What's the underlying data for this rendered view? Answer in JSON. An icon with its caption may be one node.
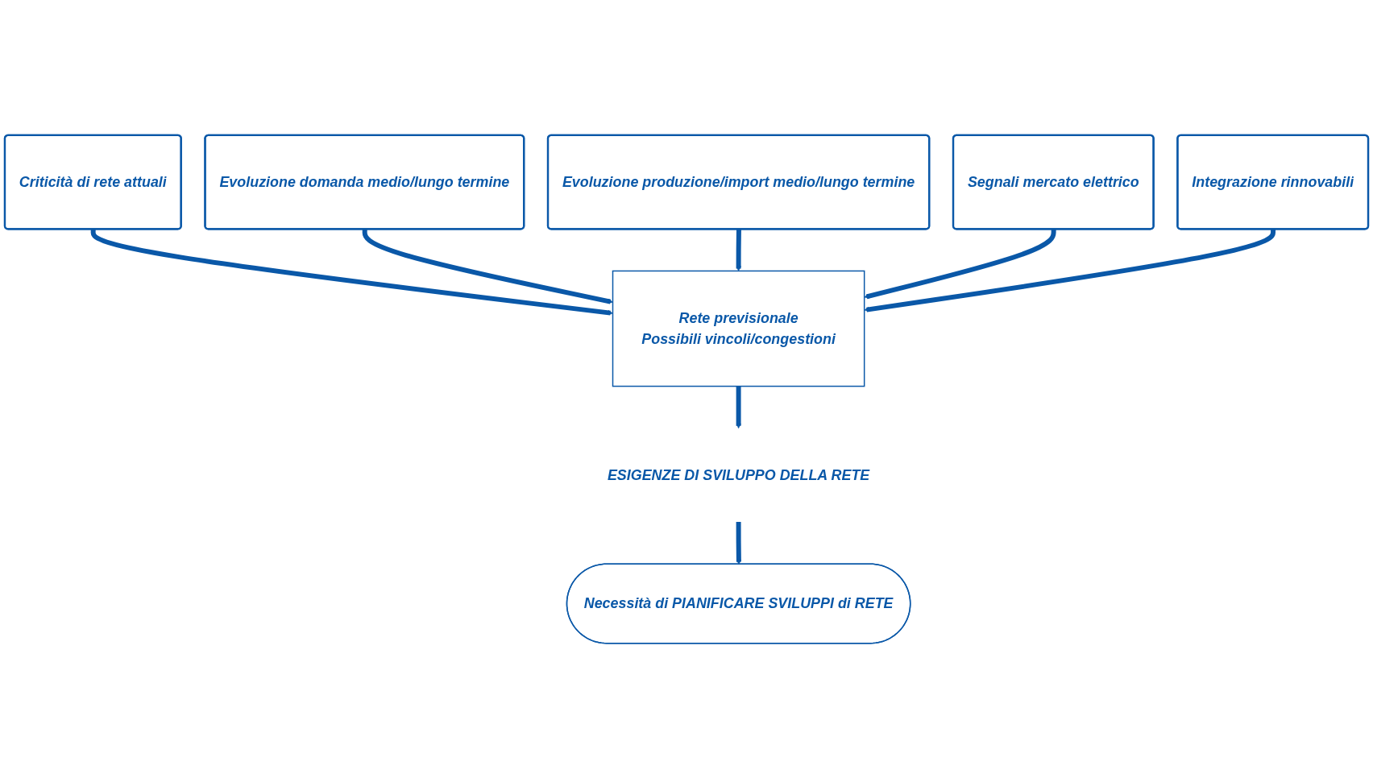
{
  "diagram": {
    "nodes": [
      {
        "text": [
          "Criticità di rete attuali"
        ]
      },
      {
        "text": [
          "Evoluzione domanda medio/lungo termine"
        ]
      },
      {
        "text": [
          "Evoluzione produzione/import medio/lungo termine"
        ]
      },
      {
        "text": [
          "Segnali mercato elettrico"
        ]
      },
      {
        "text": [
          "Rete previsionale",
          "Possibili vincoli/congestioni"
        ]
      },
      {
        "text": [
          "Integrazione rinnovabili"
        ]
      },
      {
        "text": [
          "ESIGENZE DI SVILUPPO DELLA RETE"
        ]
      },
      {
        "text": [
          "Necessità di PIANIFICARE SVILUPPI di RETE"
        ]
      }
    ],
    "edges": [
      {
        "from": 0,
        "to": 4,
        "arrow": "to"
      },
      {
        "from": 1,
        "to": 4,
        "arrow": "to"
      },
      {
        "from": 2,
        "to": 4,
        "arrow": "to"
      },
      {
        "from": 3,
        "to": 4,
        "arrow": "to"
      },
      {
        "from": 5,
        "to": 4,
        "arrow": "to"
      },
      {
        "from": 4,
        "to": 6,
        "arrow": "to"
      },
      {
        "from": 6,
        "to": 7,
        "arrow": "to"
      }
    ]
  }
}
